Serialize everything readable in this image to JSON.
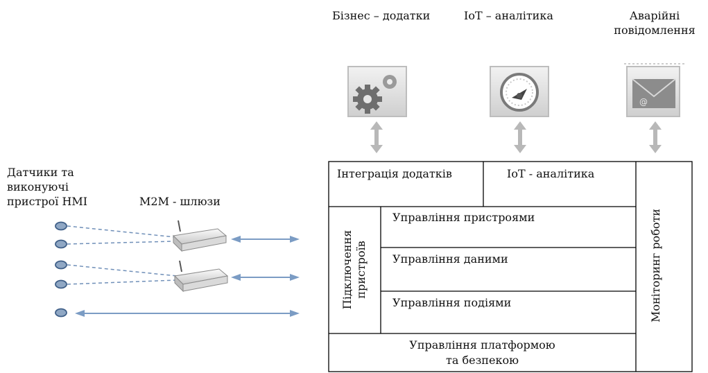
{
  "top_apps": [
    {
      "label": "Бізнес – додатки",
      "icon": "gears-icon"
    },
    {
      "label": "IoT – аналітика",
      "icon": "gauge-icon"
    },
    {
      "label_line1": "Аварійні",
      "label_line2": "повідомлення",
      "icon": "mail-icon"
    }
  ],
  "left": {
    "sensors_line1": "Датчики  та",
    "sensors_line2": "виконуючі",
    "sensors_line3": "пристрої HMI",
    "gateways": "M2M - шлюзи"
  },
  "platform": {
    "app_integration": "Інтеграція додатків",
    "iot_analytics": "IoT - аналітика",
    "device_connection_line1": "Підключення",
    "device_connection_line2": "пристроїв",
    "device_management": "Управління пристроями",
    "data_management": "Управління даними",
    "event_management": "Управління подіями",
    "platform_security_line1": "Управління платформою",
    "platform_security_line2": "та безпекою",
    "operation_monitoring": "Моніторинг роботи"
  },
  "colors": {
    "sensor_dot": "#8fa7c4",
    "dash_line": "#6f8fb8",
    "arrow": "#7b9cc4",
    "gray_arrow": "#b8b8b8",
    "icon_gray": "#8a8a8a"
  }
}
